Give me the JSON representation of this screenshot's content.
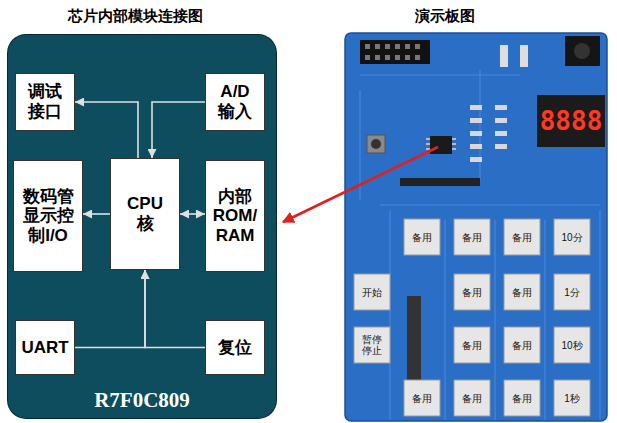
{
  "diagram": {
    "nodes": [
      {
        "text": [
          "R7F0C809"
        ]
      },
      {
        "text": [
          "调试 接口"
        ],
        "in": 0
      },
      {
        "text": [
          "A/D 输入"
        ],
        "in": 0
      },
      {
        "text": [
          "数码管 显示控 制I/O"
        ],
        "in": 0
      },
      {
        "text": [
          "CPU 核"
        ],
        "in": 0
      },
      {
        "text": [
          "内部 ROM/ RAM"
        ],
        "in": 0
      },
      {
        "text": [
          "UART"
        ],
        "in": 0
      },
      {
        "text": [
          "复位"
        ],
        "in": 0
      }
    ],
    "edges": [
      {
        "from": 4,
        "to": 1,
        "arrow": "to"
      },
      {
        "from": 2,
        "to": 4,
        "arrow": "to"
      },
      {
        "from": 4,
        "to": 3,
        "arrow": "to"
      },
      {
        "from": 4,
        "to": 5,
        "arrow": "both"
      },
      {
        "from": 6,
        "to": 4,
        "arrow": "to"
      },
      {
        "from": 7,
        "to": 4,
        "arrow": "to"
      }
    ],
    "labels": [
      "芯片内部模块连接图",
      "演示板图",
      "8888",
      "备用",
      "备用",
      "备用",
      "10分",
      "开始",
      "备用",
      "备用",
      "1分",
      "暂停 停止",
      "备用",
      "备用",
      "10秒",
      "备用",
      "备用",
      "备用",
      "1秒"
    ]
  }
}
